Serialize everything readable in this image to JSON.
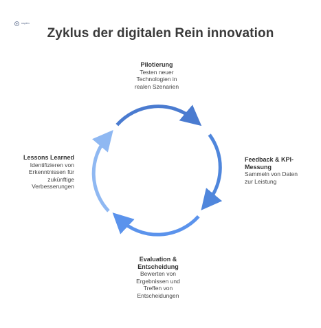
{
  "title": "Zyklus der digitalen Rein innovation",
  "logo_text": "napkin",
  "steps": [
    {
      "heading": "Pilotierung",
      "lines": [
        "Testen neuer",
        "Technologien in",
        "realen Szenarien"
      ],
      "color": "#4a7bd0"
    },
    {
      "heading_lines": [
        "Feedback & KPI-",
        "Messung"
      ],
      "lines": [
        "Sammeln von Daten",
        "zur Leistung"
      ],
      "color": "#4f86dc"
    },
    {
      "heading_lines": [
        "Evaluation &",
        "Entscheidung"
      ],
      "lines": [
        "Bewerten von",
        "Ergebnissen und",
        "Treffen von",
        "Entscheidungen"
      ],
      "color": "#5b93ec"
    },
    {
      "heading": "Lessons Learned",
      "lines": [
        "Identifizieren von",
        "Erkenntnissen für",
        "zukünftige",
        "Verbesserungen"
      ],
      "color": "#8fb8f2"
    }
  ]
}
